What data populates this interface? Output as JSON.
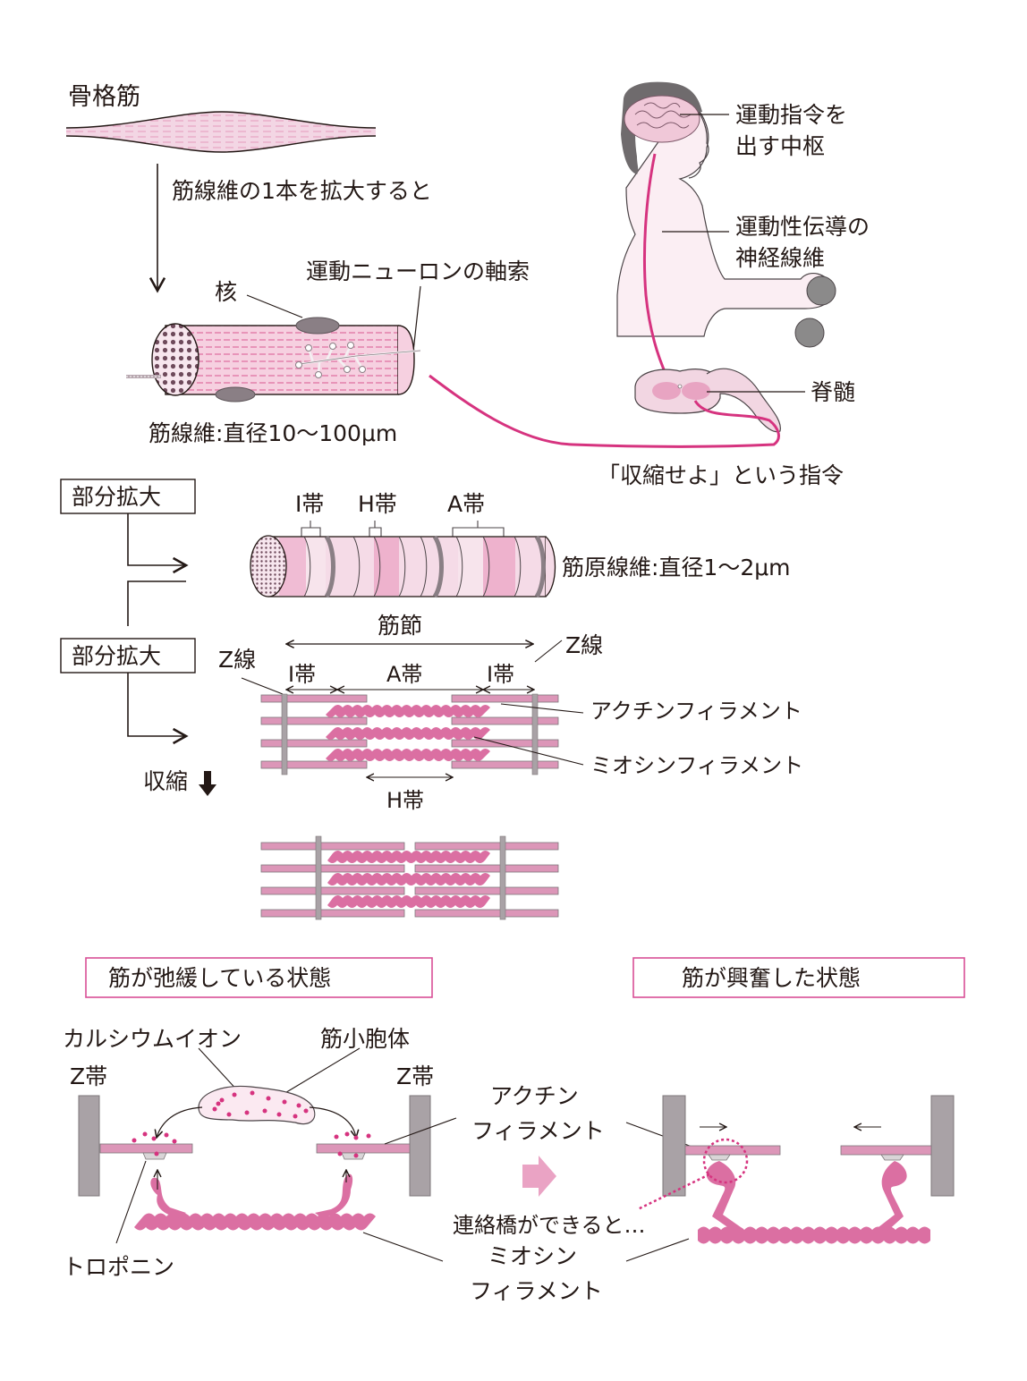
{
  "colors": {
    "muscle_pink": "#f3d3e2",
    "fiber_pink": "#f5c6da",
    "stripe_pink": "#e27aa8",
    "nerve_magenta": "#d6337f",
    "filament_pink": "#dc96b8",
    "myosin_pink": "#db6fa2",
    "z_gray": "#a9a2a6",
    "nucleus_gray": "#8a7f85",
    "box_magenta": "#d94f96",
    "arrow_pink": "#eaa3c4",
    "skin": "#fbeef3",
    "hair": "#6f6b6d",
    "text": "#231815"
  },
  "skeletal_muscle": {
    "title": "骨格筋",
    "zoom_caption": "筋線維の1本を拡大すると"
  },
  "muscle_fiber": {
    "nucleus_label": "核",
    "axon_label": "運動ニューロンの軸索",
    "size_label": "筋線維:直径10〜100μm"
  },
  "human": {
    "brain_label_line1": "運動指令を",
    "brain_label_line2": "出す中枢",
    "nerve_label_line1": "運動性伝導の",
    "nerve_label_line2": "神経線維",
    "spinal_cord_label": "脊髄",
    "command_label": "「収縮せよ」という指令"
  },
  "myofibril": {
    "partial_zoom_label": "部分拡大",
    "band_labels": [
      "I帯",
      "H帯",
      "A帯"
    ],
    "size_label": "筋原線維:直径1〜2μm"
  },
  "sarcomere": {
    "partial_zoom_label": "部分拡大",
    "sarcomere_label": "筋節",
    "z_line_left": "Z線",
    "z_line_right": "Z線",
    "i_band_left": "I帯",
    "a_band": "A帯",
    "i_band_right": "I帯",
    "h_band": "H帯",
    "actin_label": "アクチンフィラメント",
    "myosin_label": "ミオシンフィラメント",
    "contraction_label": "収縮"
  },
  "relaxed_state": {
    "title": "筋が弛緩している状態",
    "calcium_label": "カルシウムイオン",
    "sr_label": "筋小胞体",
    "z_band_left": "Z帯",
    "z_band_right": "Z帯",
    "troponin_label": "トロポニン"
  },
  "excited_state": {
    "title": "筋が興奮した状態",
    "actin_line1": "アクチン",
    "actin_line2": "フィラメント",
    "crossbridge_label": "連絡橋ができると…",
    "myosin_line1": "ミオシン",
    "myosin_line2": "フィラメント"
  }
}
